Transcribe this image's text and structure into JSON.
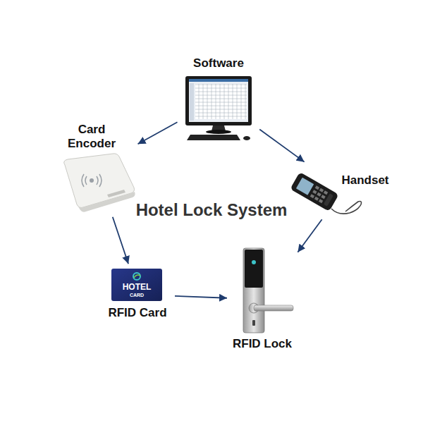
{
  "diagram": {
    "title": "Hotel Lock System",
    "nodes": [
      {
        "text": [
          "Software"
        ]
      },
      {
        "text": [
          "Card Encoder"
        ]
      },
      {
        "text": [
          "Handset"
        ]
      },
      {
        "text": [
          "HOTEL",
          "CARD",
          "RFID Card"
        ]
      },
      {
        "text": [
          "RFID Lock"
        ]
      }
    ],
    "edges": [
      {
        "from": 0,
        "to": 1,
        "arrow": "to"
      },
      {
        "from": 0,
        "to": 2,
        "arrow": "to"
      },
      {
        "from": 1,
        "to": 3,
        "arrow": "to"
      },
      {
        "from": 3,
        "to": 4,
        "arrow": "to"
      },
      {
        "from": 2,
        "to": 4,
        "arrow": "to"
      }
    ]
  }
}
